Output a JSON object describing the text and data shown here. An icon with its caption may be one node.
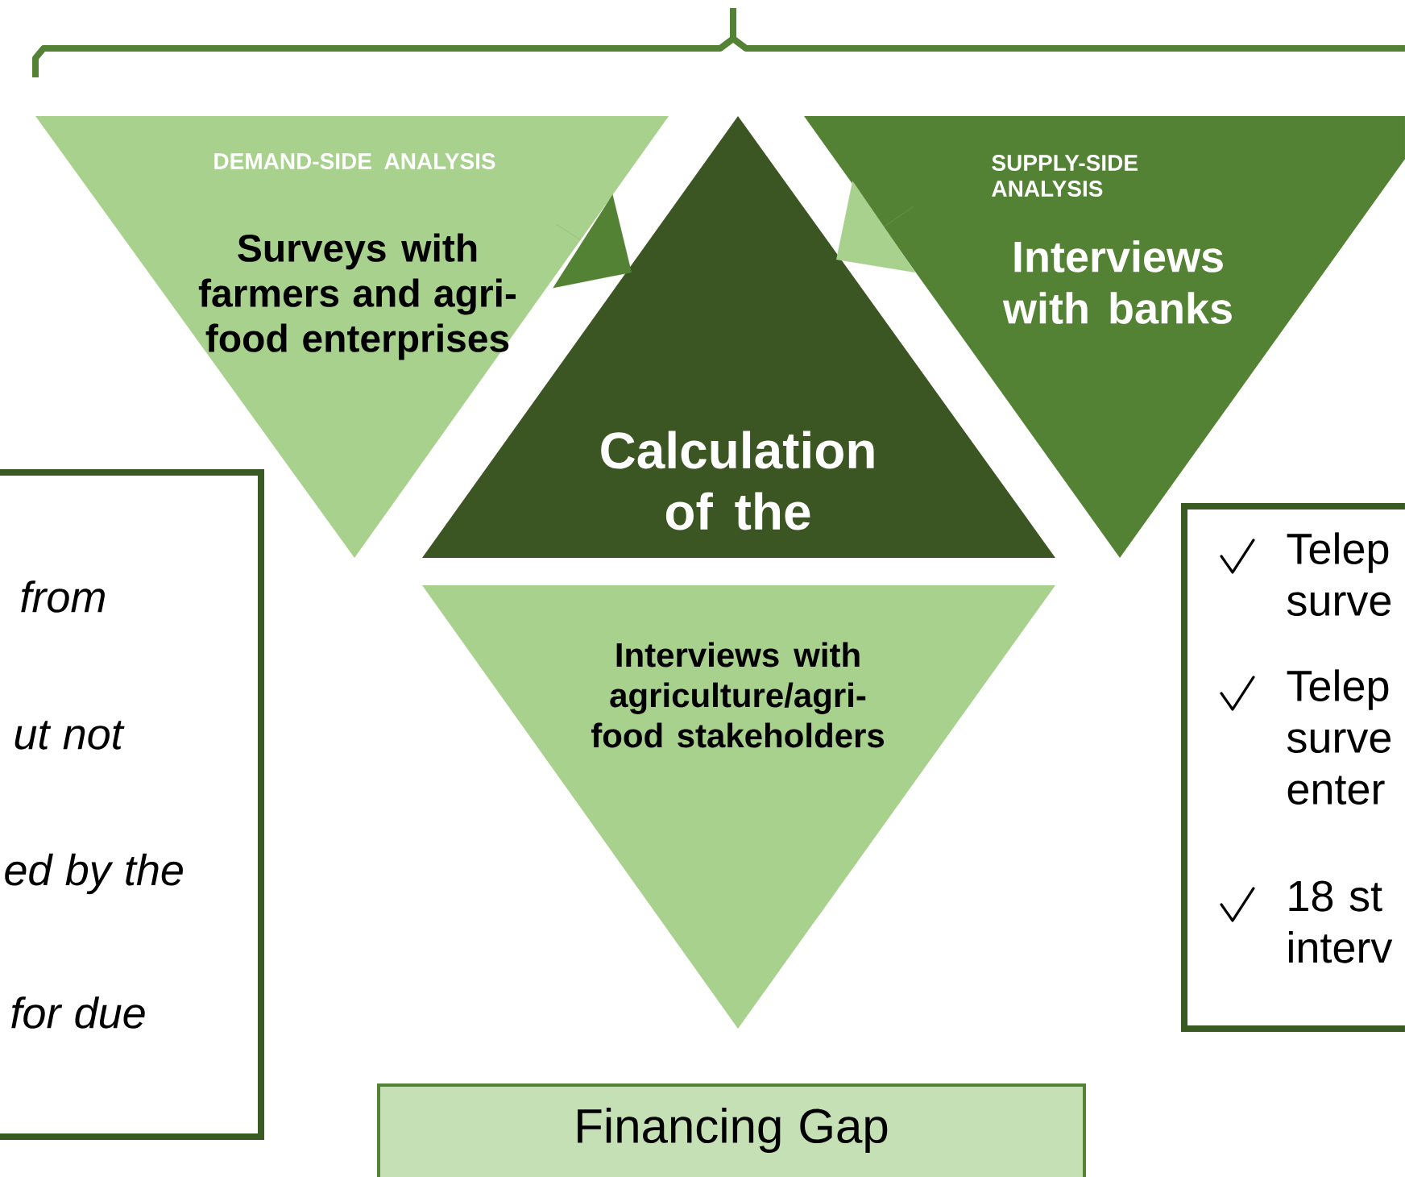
{
  "diagram": {
    "nodes": [
      {
        "text": [
          "DEMAND-SIDE ANALYSIS",
          "Surveys with farmers and agri-food enterprises"
        ]
      },
      {
        "text": [
          "Calculation of the"
        ]
      },
      {
        "text": [
          "SUPPLY-SIDE ANALYSIS",
          "Interviews with banks"
        ]
      },
      {
        "text": [
          "Interviews with agriculture/agri-food stakeholders"
        ]
      },
      {
        "text": [
          "Financing Gap"
        ]
      },
      {
        "text": [
          "from",
          "ut not",
          "ed by the",
          "for due"
        ]
      },
      {
        "text": [
          "Telep surve",
          "Telep surve enter",
          "18 st interv"
        ]
      }
    ],
    "edges": [
      {
        "from": 0,
        "to": 1,
        "arrow": "to",
        "color": "#548235"
      },
      {
        "from": 2,
        "to": 1,
        "arrow": "to",
        "color": "#a9d18e"
      }
    ]
  }
}
